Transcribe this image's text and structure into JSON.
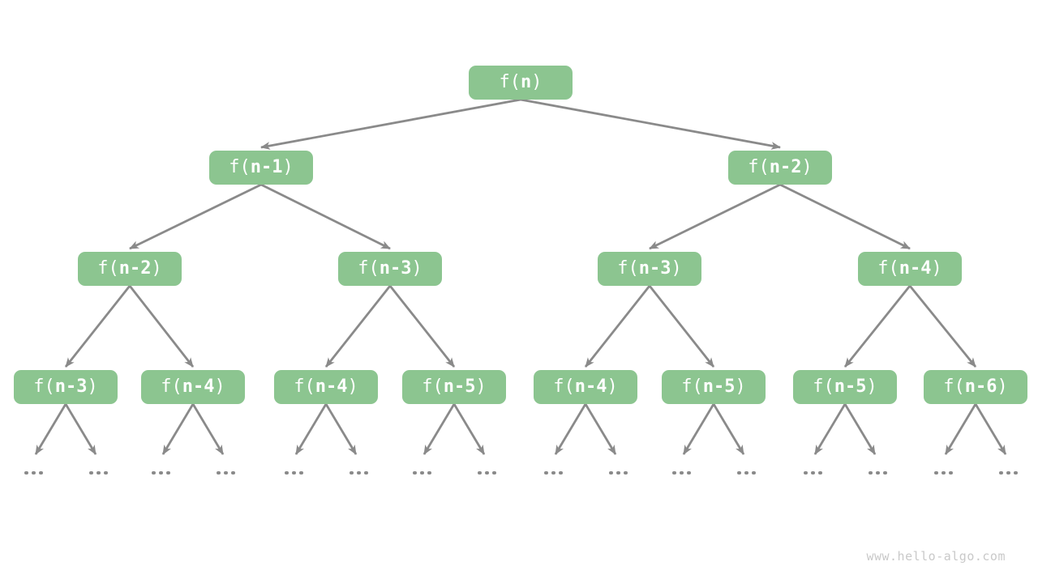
{
  "diagram": {
    "type": "recursion-tree",
    "watermark": "www.hello-algo.com",
    "ellipsis": "...",
    "colors": {
      "background": "#ffffff",
      "node_fill": "#8cc590",
      "node_text": "#ffffff",
      "arrow": "#8a8a8a",
      "ellipsis_dot": "#8a8a8a",
      "watermark": "#c9c9c9"
    },
    "levels": [
      [
        {
          "pre": "f(",
          "bold": "n",
          "post": ")"
        }
      ],
      [
        {
          "pre": "f(",
          "bold": "n-1",
          "post": ")"
        },
        {
          "pre": "f(",
          "bold": "n-2",
          "post": ")"
        }
      ],
      [
        {
          "pre": "f(",
          "bold": "n-2",
          "post": ")"
        },
        {
          "pre": "f(",
          "bold": "n-3",
          "post": ")"
        },
        {
          "pre": "f(",
          "bold": "n-3",
          "post": ")"
        },
        {
          "pre": "f(",
          "bold": "n-4",
          "post": ")"
        }
      ],
      [
        {
          "pre": "f(",
          "bold": "n-3",
          "post": ")"
        },
        {
          "pre": "f(",
          "bold": "n-4",
          "post": ")"
        },
        {
          "pre": "f(",
          "bold": "n-4",
          "post": ")"
        },
        {
          "pre": "f(",
          "bold": "n-5",
          "post": ")"
        },
        {
          "pre": "f(",
          "bold": "n-4",
          "post": ")"
        },
        {
          "pre": "f(",
          "bold": "n-5",
          "post": ")"
        },
        {
          "pre": "f(",
          "bold": "n-5",
          "post": ")"
        },
        {
          "pre": "f(",
          "bold": "n-6",
          "post": ")"
        }
      ]
    ]
  }
}
